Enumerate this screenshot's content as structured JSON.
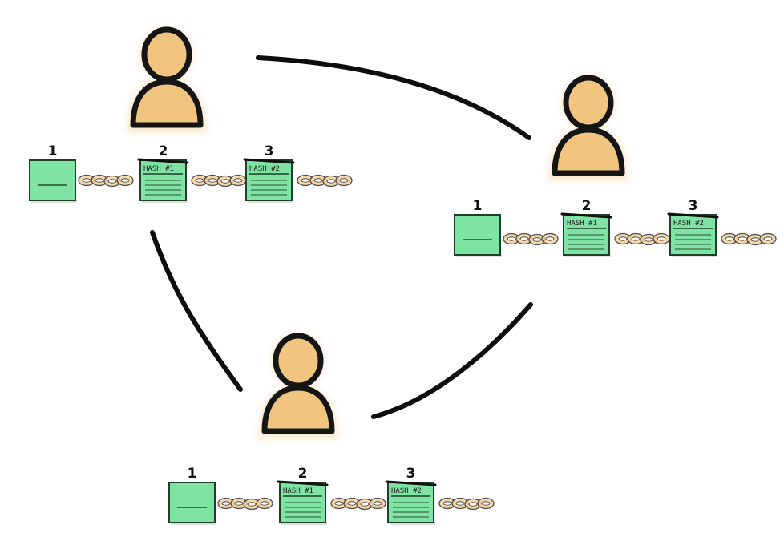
{
  "colors": {
    "person_fill": "#F1C57F",
    "person_stroke": "#151515",
    "block_fill": "#7FE3A4",
    "block_stroke": "#1f3f2a",
    "chain_fill": "#F5CF9D",
    "line": "#0d0d0d"
  },
  "icons": [
    "person-icon",
    "block-icon",
    "chain-link-icon"
  ],
  "nodes": [
    {
      "name": "node-top-left",
      "blocks": [
        {
          "number": "1",
          "label": ""
        },
        {
          "number": "2",
          "label": "HASH #1"
        },
        {
          "number": "3",
          "label": "HASH #2"
        }
      ]
    },
    {
      "name": "node-right",
      "blocks": [
        {
          "number": "1",
          "label": ""
        },
        {
          "number": "2",
          "label": "HASH #1"
        },
        {
          "number": "3",
          "label": "HASH #2"
        }
      ]
    },
    {
      "name": "node-bottom",
      "blocks": [
        {
          "number": "1",
          "label": ""
        },
        {
          "number": "2",
          "label": "HASH #1"
        },
        {
          "number": "3",
          "label": "HASH #2"
        }
      ]
    }
  ],
  "connections": [
    {
      "from": "node-top-left",
      "to": "node-right"
    },
    {
      "from": "node-top-left",
      "to": "node-bottom"
    },
    {
      "from": "node-right",
      "to": "node-bottom"
    }
  ]
}
